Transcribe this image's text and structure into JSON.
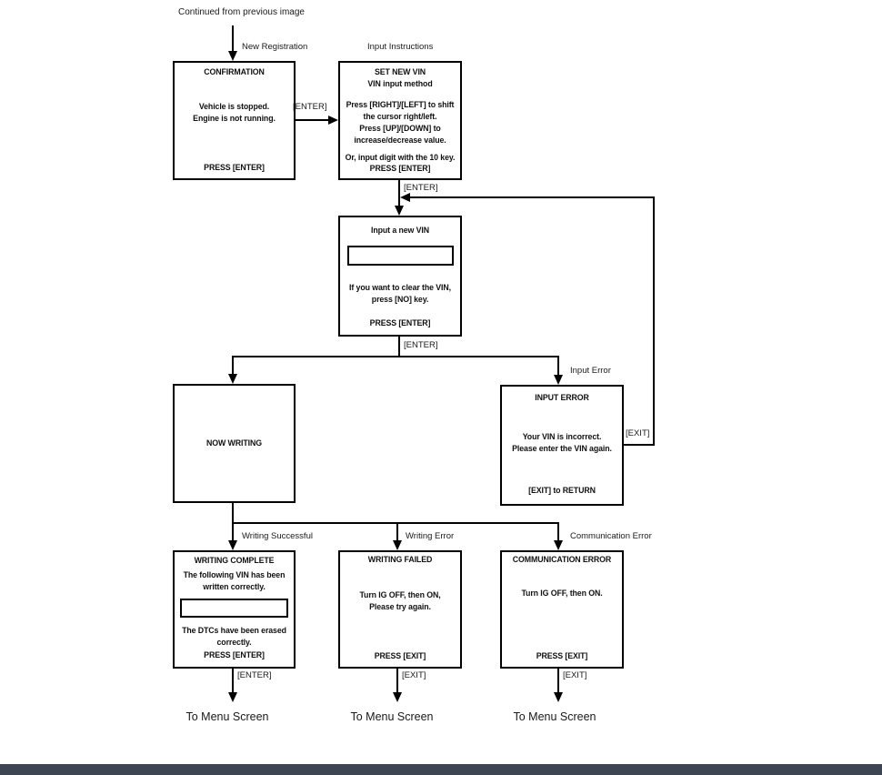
{
  "colors": {
    "diagram_line": "#000000",
    "bottom_bar": "#3d4452",
    "background": "#ffffff"
  },
  "annotations": {
    "continued_from": "Continued from previous image",
    "to_menu": [
      "To Menu Screen",
      "To Menu Screen",
      "To Menu Screen"
    ]
  },
  "edge_labels": {
    "confirm_to_set": "[ENTER]",
    "set_to_input": "[ENTER]",
    "input_to_branch": "[ENTER]",
    "input_error_return": "[EXIT]",
    "complete_to_menu": "[ENTER]",
    "failed_to_menu": "[EXIT]",
    "comm_error_to_menu": "[EXIT]"
  },
  "nodes": {
    "confirmation": {
      "tag": "New Registration",
      "title": "CONFIRMATION",
      "body": [
        "Vehicle is stopped.",
        "Engine is not running."
      ],
      "footer": "PRESS [ENTER]"
    },
    "set_new_vin": {
      "tag": "Input Instructions",
      "title": "SET NEW VIN",
      "subtitle": "VIN input method",
      "body": [
        "Press [RIGHT]/[LEFT] to shift",
        "the cursor right/left.",
        "Press [UP]/[DOWN] to",
        "increase/decrease value."
      ],
      "body2": "Or, input digit with the 10 key.",
      "footer": "PRESS [ENTER]"
    },
    "input_vin": {
      "title": "Input a new VIN",
      "input_value": "",
      "body": [
        "If you want to clear the VIN,",
        "press [NO] key."
      ],
      "footer": "PRESS [ENTER]"
    },
    "now_writing": {
      "title": "NOW WRITING"
    },
    "input_error": {
      "tag": "Input Error",
      "title": "INPUT ERROR",
      "body": [
        "Your VIN is incorrect.",
        "Please enter the VIN again."
      ],
      "footer": "[EXIT] to RETURN"
    },
    "writing_complete": {
      "tag": "Writing Successful",
      "title": "WRITING COMPLETE",
      "body": [
        "The following VIN has been",
        "written correctly."
      ],
      "input_value": "",
      "body2": [
        "The DTCs have been erased",
        "correctly."
      ],
      "footer": "PRESS [ENTER]"
    },
    "writing_failed": {
      "tag": "Writing Error",
      "title": "WRITING FAILED",
      "body": [
        "Turn IG OFF, then ON,",
        "Please try again."
      ],
      "footer": "PRESS [EXIT]"
    },
    "communication_error": {
      "tag": "Communication Error",
      "title": "COMMUNICATION ERROR",
      "body": [
        "Turn IG OFF, then ON."
      ],
      "footer": "PRESS [EXIT]"
    }
  }
}
